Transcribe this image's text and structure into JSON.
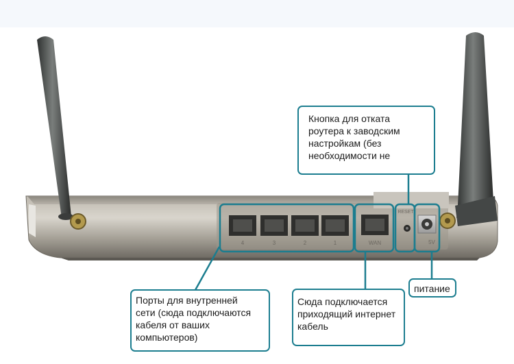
{
  "callouts": {
    "reset": {
      "lines": [
        "Кнопка для отката",
        "роутера к заводским",
        "настройкам (без",
        "необходимости не"
      ]
    },
    "lan": {
      "lines": [
        "Порты для  внутренней",
        "сети (сюда подключаются",
        "кабеля от ваших",
        "компьютеров)"
      ]
    },
    "wan": {
      "lines": [
        "Сюда подключается",
        "приходящий интернет",
        "кабель"
      ]
    },
    "power": {
      "lines": [
        "питание"
      ]
    }
  },
  "router_labels": {
    "lan_port_numbers": [
      "4",
      "3",
      "2",
      "1"
    ],
    "wan_label": "WAN",
    "reset_label": "RESET",
    "power_label": "5V"
  },
  "colors": {
    "callout_border": "#1b7d8f",
    "router_body": "#a8a39a",
    "antenna": "#4a4d4b"
  }
}
